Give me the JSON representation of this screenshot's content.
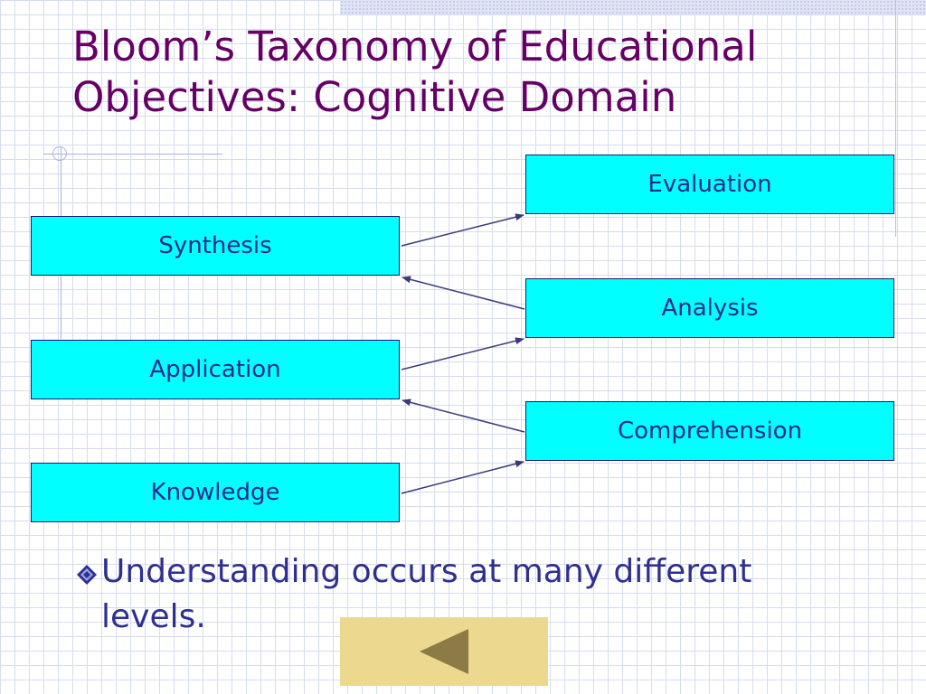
{
  "slide": {
    "title_line1": "Bloom’s Taxonomy of Educational",
    "title_line2": "Objectives: Cognitive Domain"
  },
  "levels": {
    "evaluation": "Evaluation",
    "synthesis": "Synthesis",
    "analysis": "Analysis",
    "application": "Application",
    "comprehension": "Comprehension",
    "knowledge": "Knowledge"
  },
  "bullet": {
    "text": "Understanding occurs at many different levels."
  },
  "colors": {
    "title": "#660066",
    "box_fill": "#00ffff",
    "box_text": "#1f2a8c",
    "bullet_text": "#2f2f8f",
    "arrow": "#3a3a7a",
    "back_button_fill": "#ecd98f",
    "back_arrow_fill": "#8c7a47"
  },
  "icons": {
    "bullet": "diamond-bullet-icon",
    "back": "back-arrow-icon"
  }
}
